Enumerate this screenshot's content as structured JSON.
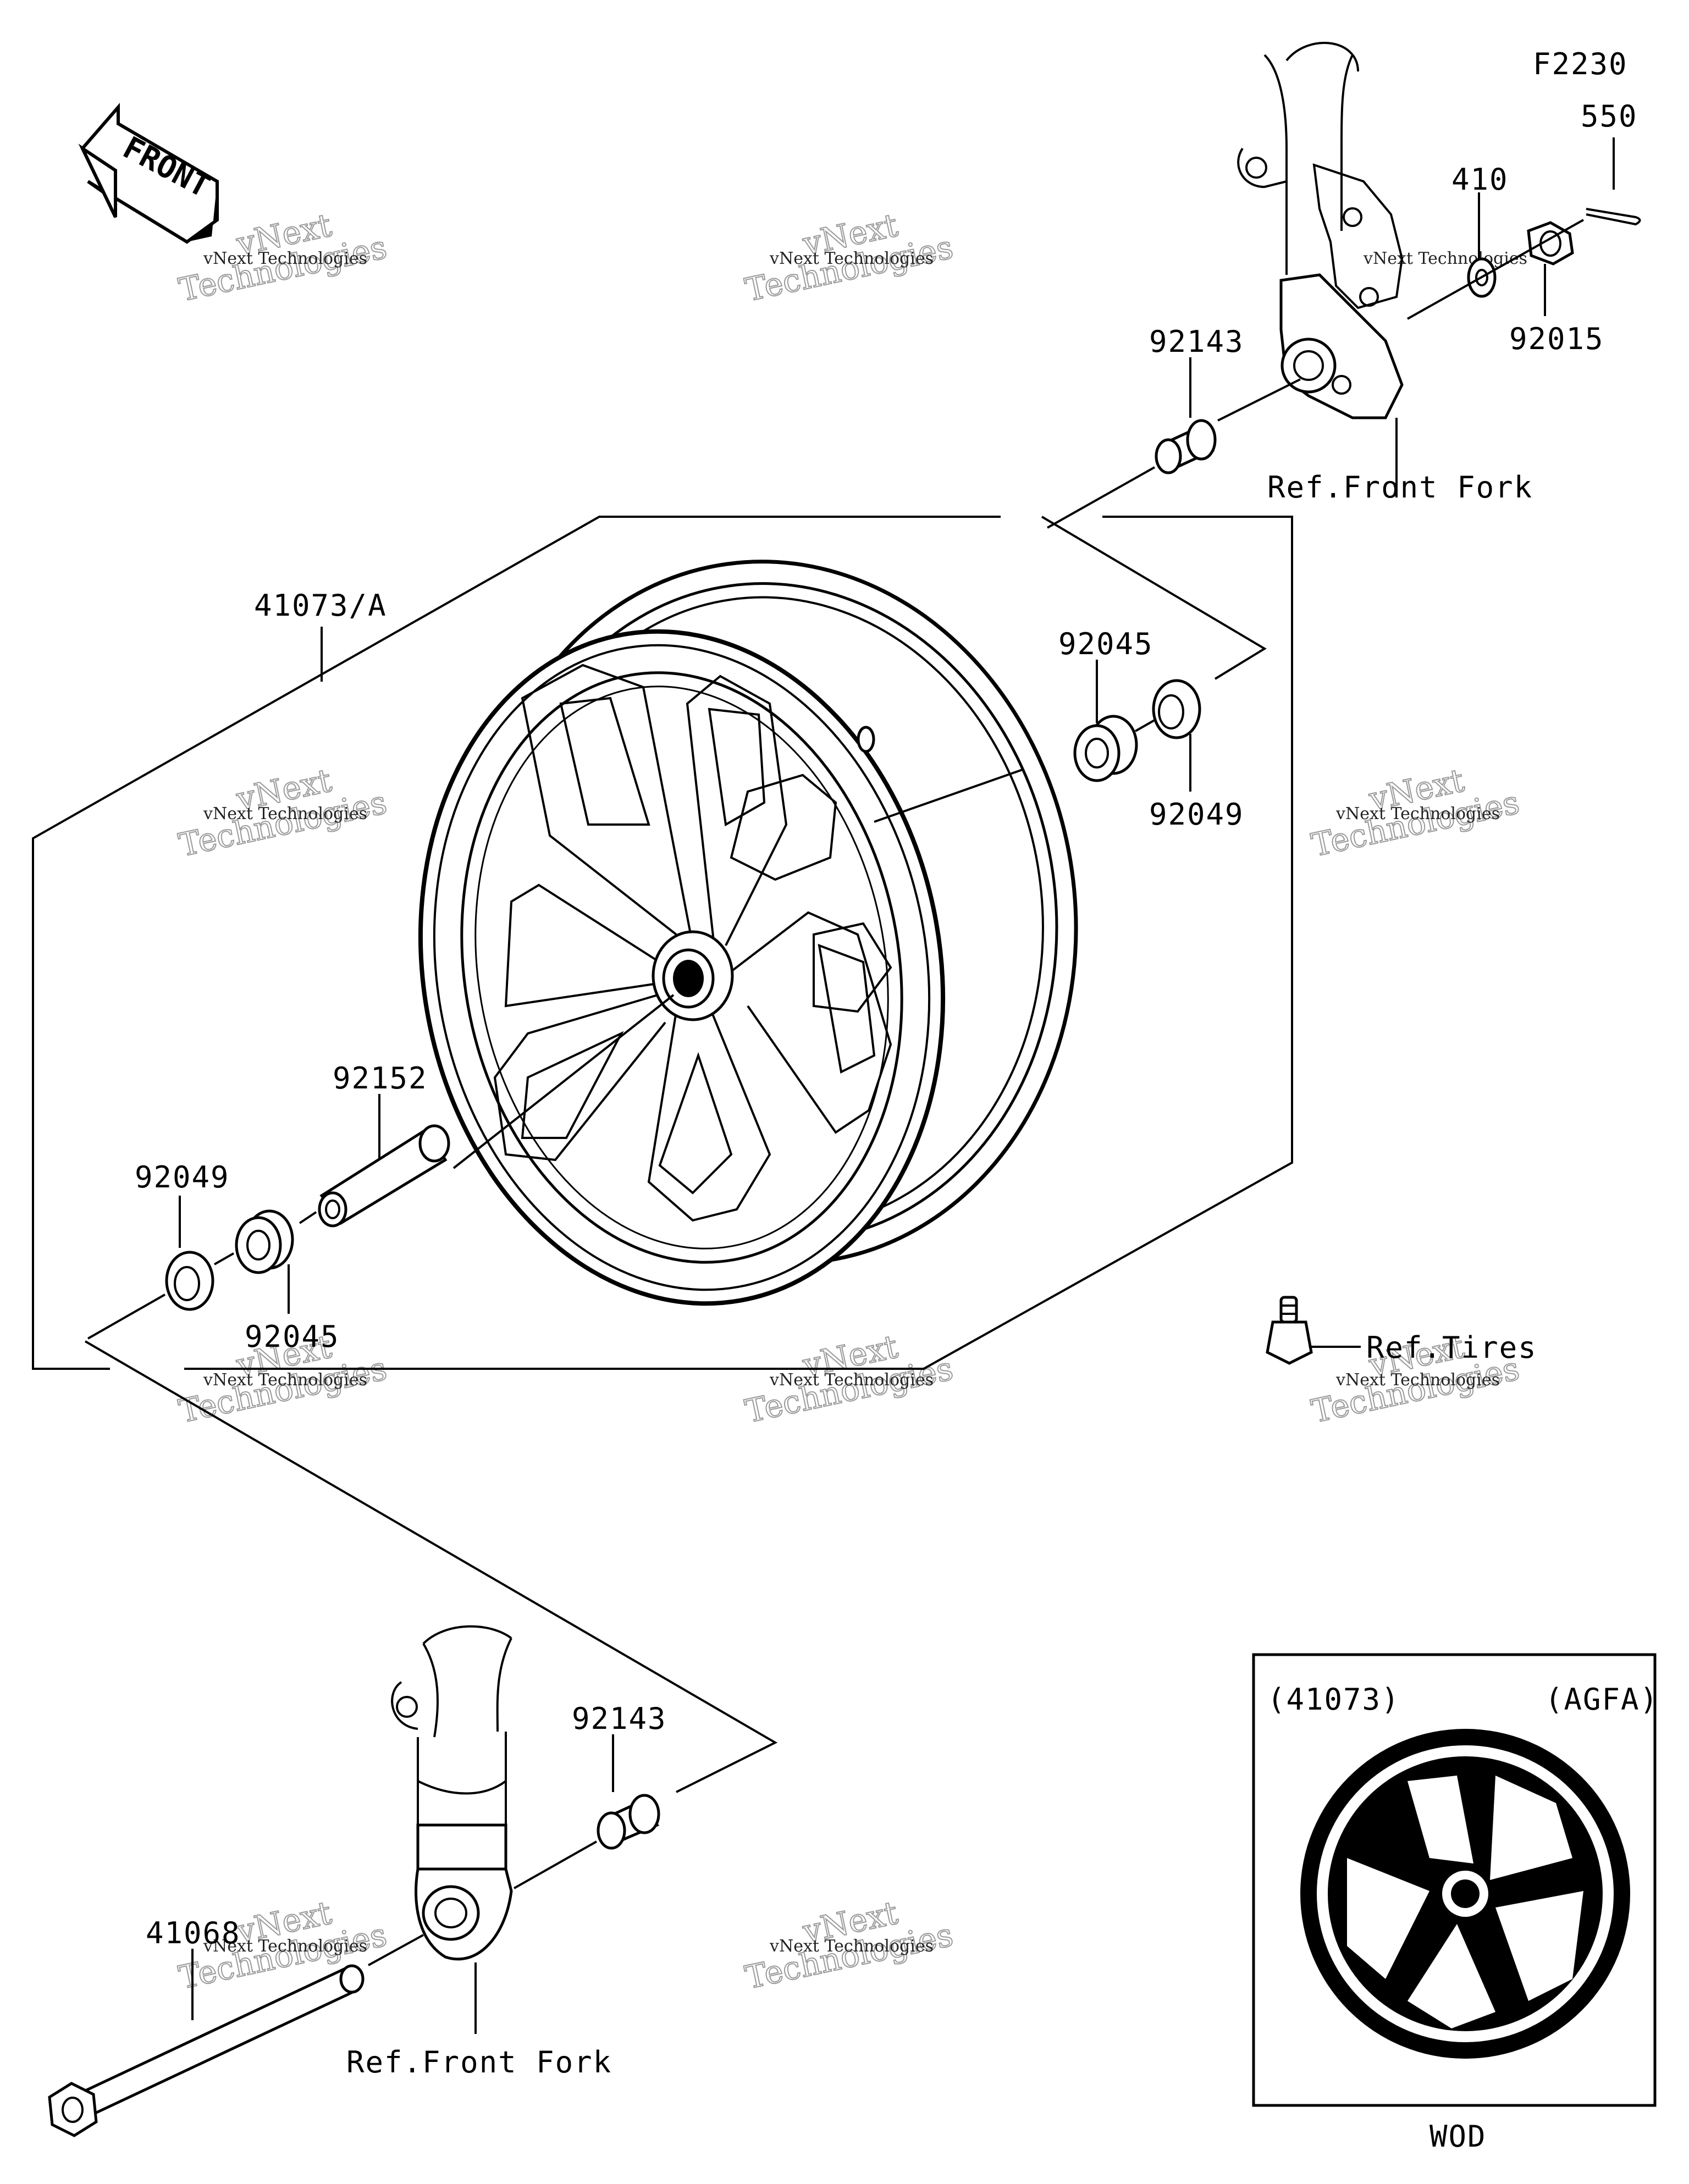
{
  "diagram_code": "F2230",
  "direction": {
    "text": "FRONT",
    "icon": "front-arrow-icon"
  },
  "parts": {
    "p550": "550",
    "p410": "410",
    "p92015": "92015",
    "p92143_top": "92143",
    "p92143_bottom": "92143",
    "p41073": "41073/A",
    "p92045_right": "92045",
    "p92049_right": "92049",
    "p92152": "92152",
    "p92049_left": "92049",
    "p92045_left": "92045",
    "p41068": "41068"
  },
  "refs": {
    "front_fork_top": "Ref.Front Fork",
    "front_fork_bottom": "Ref.Front Fork",
    "tires": "Ref.Tires"
  },
  "inset": {
    "part_no": "(41073)",
    "code": "(AGFA)",
    "color": "WOD"
  },
  "watermark": {
    "line1": "vNext Technologies",
    "line2": "Technologies",
    "line3": "vNext"
  }
}
